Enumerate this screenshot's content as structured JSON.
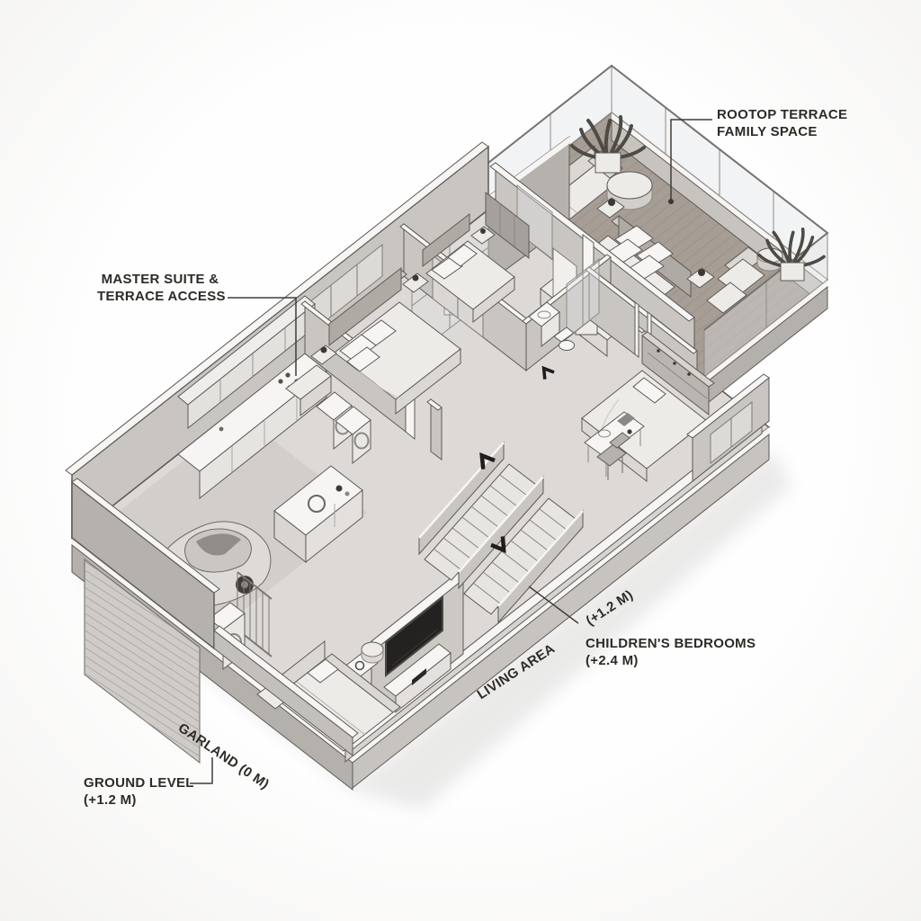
{
  "scene": {
    "background": "#fcfcfb",
    "palette": {
      "floor": "#dcd9d6",
      "floorGarage": "#d1cecb",
      "wall": "#c9c5c1",
      "wallShade": "#b5b1ad",
      "wallCap": "#f5f4f2",
      "deck": "#a69d95",
      "deckLine": "#8e857d",
      "skirt": "#b4b0ac",
      "skirtLight": "#c7c3bf",
      "furnitureLight": "#edebe8",
      "furnitureShade": "#dbd8d4",
      "headboard": "#b0aaa4",
      "glassEdge": "#8f8b87",
      "outline": "#5e5a56",
      "dark": "#3c3935",
      "tvScreen": "#242220",
      "text": "#2e2b27",
      "leader": "#413d39"
    }
  },
  "annotations": {
    "rooftop": {
      "lines": [
        "ROOTOP TERRACE",
        "FAMILY SPACE"
      ]
    },
    "master": {
      "lines": [
        "MASTER SUITE &",
        "TERRACE ACCESS"
      ]
    },
    "children": {
      "lines": [
        "CHILDREN'S BEDROOMS",
        "(+2.4 M)"
      ]
    },
    "level_mid": {
      "text": "(+1.2 M)"
    },
    "living": {
      "text": "LIVING AREA"
    },
    "garage_edge": {
      "text": "GARLAND (0 M)"
    },
    "ground": {
      "lines": [
        "GROUND LEVEL",
        "(+1.2 M)"
      ]
    }
  }
}
